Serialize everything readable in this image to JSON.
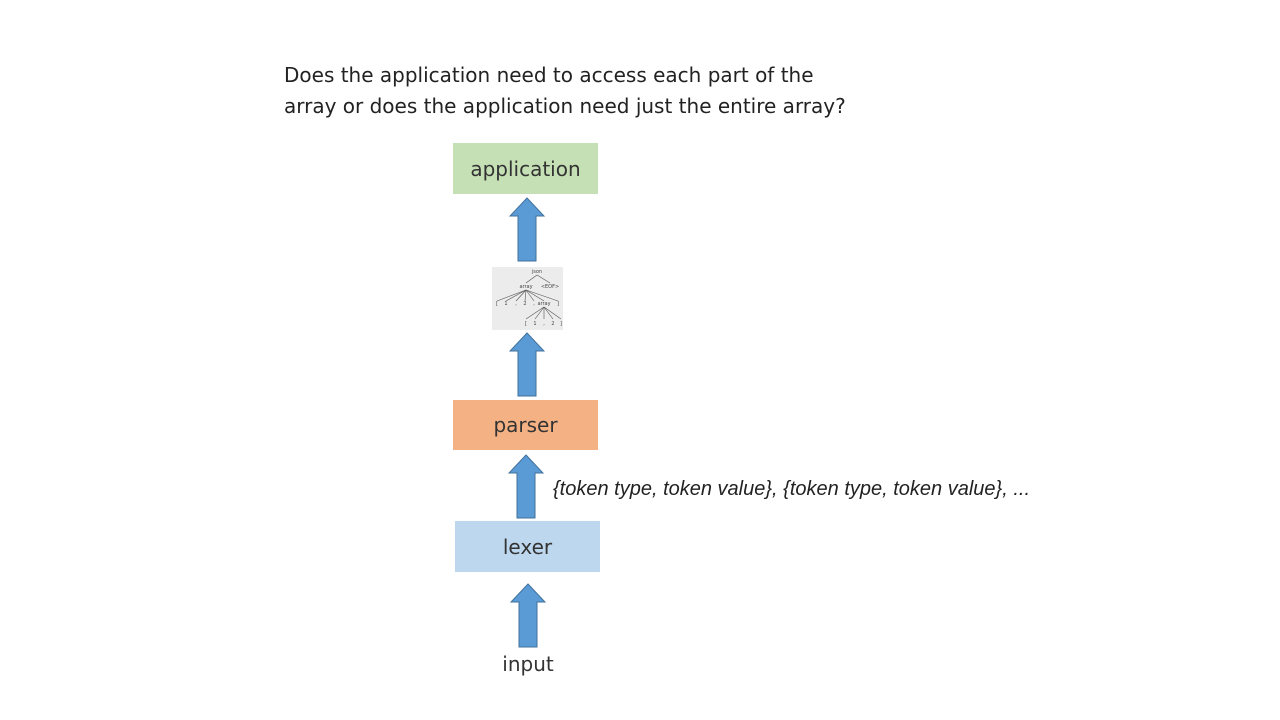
{
  "question": "Does the application need to access each part of the\narray or does the application need just the entire array?",
  "boxes": {
    "application": "application",
    "parser": "parser",
    "lexer": "lexer"
  },
  "input_label": "input",
  "token_stream": "{token type, token value}, {token type, token value}, ...",
  "parse_tree": {
    "root": "json",
    "array": "array",
    "eof": "<EOF>",
    "row1": [
      "[",
      "1",
      ",",
      "2",
      ",",
      "array",
      "]"
    ],
    "row2": [
      "[",
      "1",
      ",",
      "2",
      "]"
    ]
  },
  "colors": {
    "application": "#c5e0b4",
    "parser": "#f4b183",
    "lexer": "#bdd7ee",
    "arrow_fill": "#5b9bd5",
    "arrow_stroke": "#41719c"
  }
}
